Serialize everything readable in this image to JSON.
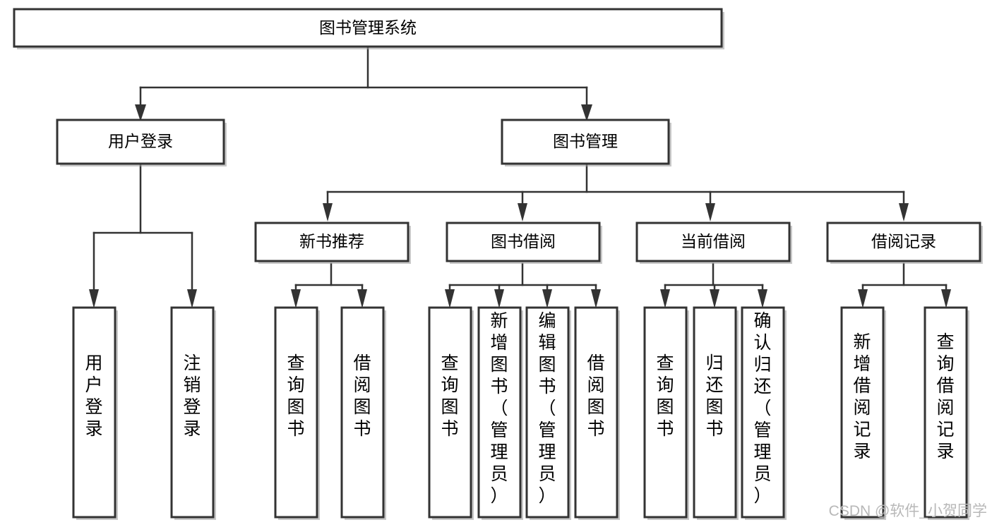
{
  "diagram": {
    "title": "图书管理系统",
    "type": "tree-hierarchy",
    "watermark": "CSDN @软件_小贺同学",
    "colors": {
      "box_stroke": "#333333",
      "box_fill": "#ffffff",
      "line": "#333333",
      "text": "#000000",
      "watermark": "#b8b8b8",
      "background": "#ffffff"
    },
    "levels": {
      "root": "图书管理系统",
      "level2": [
        "用户登录",
        "图书管理"
      ],
      "level3": [
        "新书推荐",
        "图书借阅",
        "当前借阅",
        "借阅记录"
      ]
    },
    "nodes": {
      "root": {
        "label": "图书管理系统"
      },
      "user_login": {
        "label": "用户登录"
      },
      "book_manage": {
        "label": "图书管理"
      },
      "new_book_rec": {
        "label": "新书推荐"
      },
      "book_borrow": {
        "label": "图书借阅"
      },
      "current_borrow": {
        "label": "当前借阅"
      },
      "borrow_record": {
        "label": "借阅记录"
      }
    },
    "leaves": {
      "user_login": [
        "用户登录",
        "注销登录"
      ],
      "new_book_rec": [
        "查询图书",
        "借阅图书"
      ],
      "book_borrow": [
        "查询图书",
        "新增图书（管理员）",
        "编辑图书（管理员）",
        "借阅图书"
      ],
      "current_borrow": [
        "查询图书",
        "归还图书",
        "确认归还（管理员）"
      ],
      "borrow_record": [
        "新增借阅记录",
        "查询借阅记录"
      ]
    },
    "edges": [
      {
        "from": "图书管理系统",
        "to": "用户登录"
      },
      {
        "from": "图书管理系统",
        "to": "图书管理"
      },
      {
        "from": "图书管理",
        "to": "新书推荐"
      },
      {
        "from": "图书管理",
        "to": "图书借阅"
      },
      {
        "from": "图书管理",
        "to": "当前借阅"
      },
      {
        "from": "图书管理",
        "to": "借阅记录"
      },
      {
        "from": "用户登录",
        "to": "用户登录"
      },
      {
        "from": "用户登录",
        "to": "注销登录"
      },
      {
        "from": "新书推荐",
        "to": "查询图书"
      },
      {
        "from": "新书推荐",
        "to": "借阅图书"
      },
      {
        "from": "图书借阅",
        "to": "查询图书"
      },
      {
        "from": "图书借阅",
        "to": "新增图书（管理员）"
      },
      {
        "from": "图书借阅",
        "to": "编辑图书（管理员）"
      },
      {
        "from": "图书借阅",
        "to": "借阅图书"
      },
      {
        "from": "当前借阅",
        "to": "查询图书"
      },
      {
        "from": "当前借阅",
        "to": "归还图书"
      },
      {
        "from": "当前借阅",
        "to": "确认归还（管理员）"
      },
      {
        "from": "借阅记录",
        "to": "新增借阅记录"
      },
      {
        "from": "借阅记录",
        "to": "查询借阅记录"
      }
    ]
  }
}
